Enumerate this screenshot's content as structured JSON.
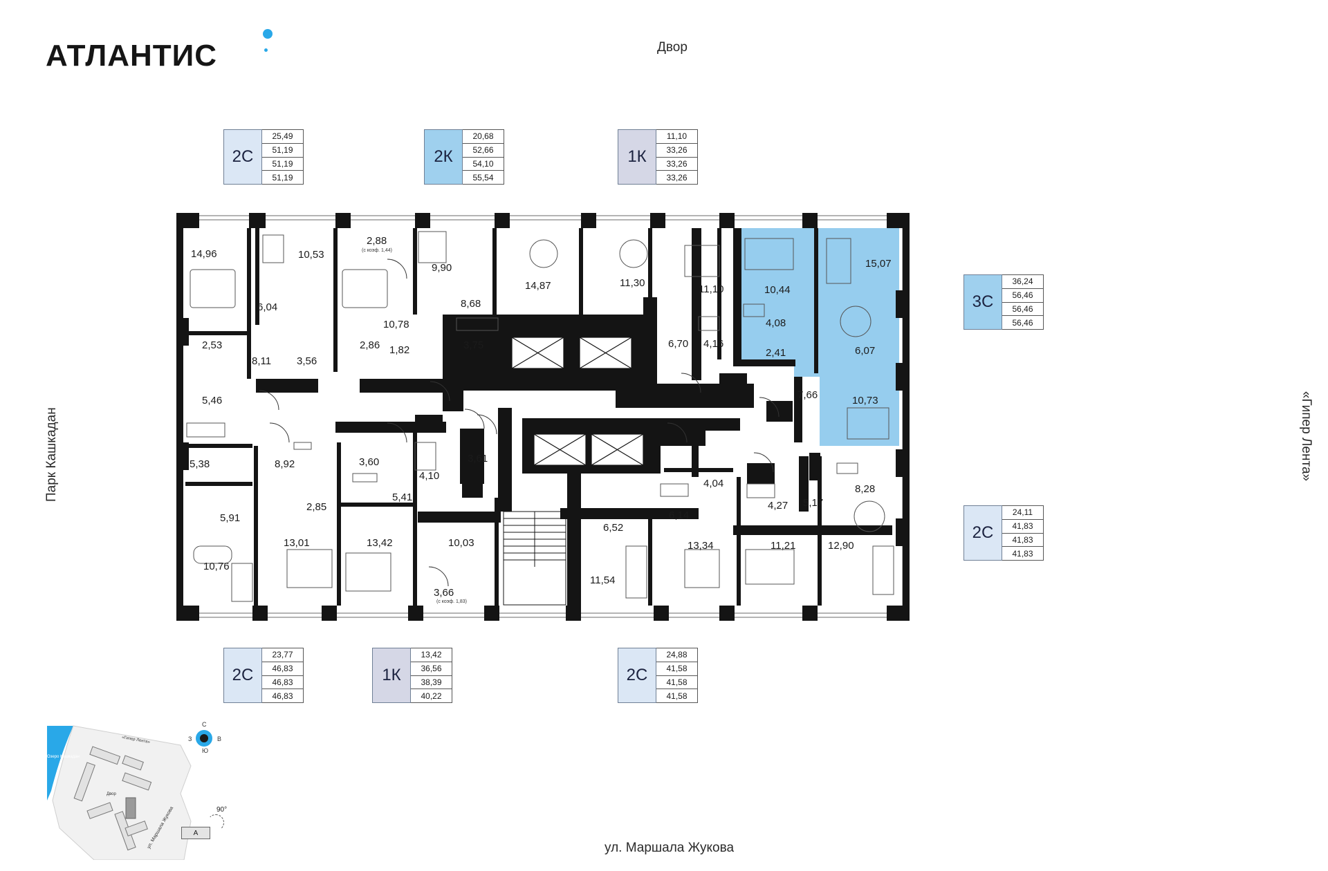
{
  "brand": {
    "name": "АТЛАНТИС",
    "accent": "#29a8e8"
  },
  "orientation": {
    "top": "Двор",
    "bottom": "ул. Маршала Жукова",
    "left": "Парк Кашкадан",
    "right": "«Гипер Лента»"
  },
  "colors": {
    "type_2c": "#dbe7f5",
    "type_2k": "#9fd0ee",
    "type_1k": "#d5d7e6",
    "type_3c": "#9fd0ee",
    "highlight": "#96cdee",
    "wall": "#141414"
  },
  "apartments": {
    "top_1": {
      "type": "2С",
      "areas": [
        "25,49",
        "51,19",
        "51,19",
        "51,19"
      ]
    },
    "top_2": {
      "type": "2К",
      "areas": [
        "20,68",
        "52,66",
        "54,10",
        "55,54"
      ]
    },
    "top_3": {
      "type": "1К",
      "areas": [
        "11,10",
        "33,26",
        "33,26",
        "33,26"
      ]
    },
    "right_1": {
      "type": "3С",
      "areas": [
        "36,24",
        "56,46",
        "56,46",
        "56,46"
      ]
    },
    "right_2": {
      "type": "2С",
      "areas": [
        "24,11",
        "41,83",
        "41,83",
        "41,83"
      ]
    },
    "bottom_1": {
      "type": "2С",
      "areas": [
        "23,77",
        "46,83",
        "46,83",
        "46,83"
      ]
    },
    "bottom_2": {
      "type": "1К",
      "areas": [
        "13,42",
        "36,56",
        "38,39",
        "40,22"
      ]
    },
    "bottom_3": {
      "type": "2С",
      "areas": [
        "24,88",
        "41,58",
        "41,58",
        "41,58"
      ]
    }
  },
  "rooms": [
    "14,96",
    "10,53",
    "2,88",
    "(с коэф. 1,44)",
    "9,90",
    "14,87",
    "11,30",
    "11,10",
    "10,44",
    "15,07",
    "6,04",
    "8,68",
    "10,78",
    "2,53",
    "8,11",
    "3,56",
    "2,86",
    "1,82",
    "3,75",
    "6,70",
    "4,16",
    "4,08",
    "2,41",
    "6,07",
    "5,46",
    "7,66",
    "10,73",
    "5,38",
    "8,92",
    "3,60",
    "4,10",
    "3,61",
    "4,04",
    "4,27",
    "5,17",
    "8,28",
    "5,91",
    "2,85",
    "5,41",
    "6,52",
    "6,14",
    "10,03",
    "10,76",
    "13,01",
    "13,42",
    "13,34",
    "11,21",
    "12,90",
    "11,54",
    "3,66",
    "(с коэф. 1,83)"
  ],
  "minimap": {
    "lake": "Озеро Кашкадан",
    "road_top": "«Гипер Лента»",
    "yard": "Двор",
    "road": "ул. Маршала Жукова",
    "angle": "90°",
    "section": "А",
    "n": "С",
    "s": "Ю",
    "w": "З",
    "e": "В"
  }
}
